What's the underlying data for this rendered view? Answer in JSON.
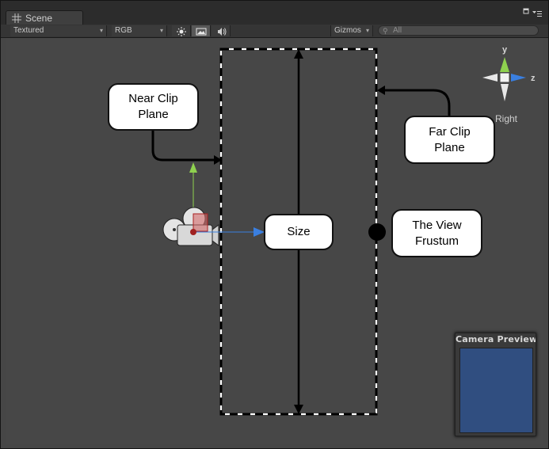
{
  "window": {
    "tab_label": "Scene",
    "tab_icon": "grid-icon"
  },
  "toolbar": {
    "render_mode": "Textured",
    "channel": "RGB",
    "lighting_icon": "sun-icon",
    "image_icon": "image-icon",
    "audio_icon": "speaker-icon",
    "gizmos_label": "Gizmos",
    "search_placeholder": "All"
  },
  "scene": {
    "callouts": {
      "near_clip": "Near Clip\nPlane",
      "far_clip": "Far Clip\nPlane",
      "size": "Size",
      "view_frustum": "The View\nFrustum"
    },
    "orientation_gizmo": {
      "y_axis": "y",
      "z_axis": "z",
      "view_label": "Right",
      "colors": {
        "y": "#8fd14f",
        "z": "#3a7fe0"
      }
    }
  },
  "camera_preview": {
    "title": "Camera Preview",
    "color": "#304e80"
  }
}
